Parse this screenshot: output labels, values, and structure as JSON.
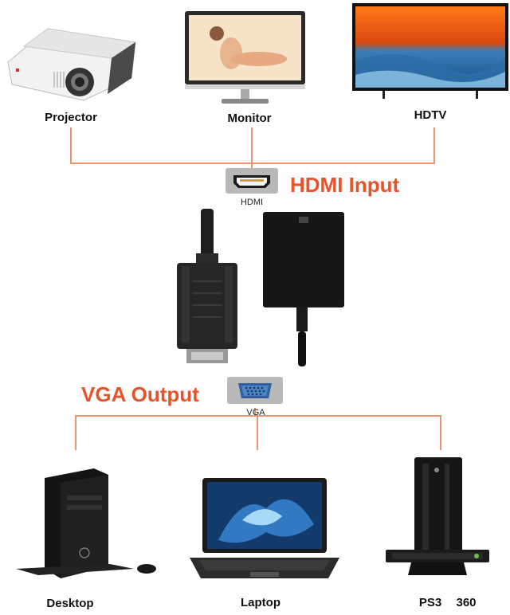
{
  "sources": [
    {
      "label": "Projector",
      "icon": "projector-icon"
    },
    {
      "label": "Monitor",
      "icon": "monitor-icon"
    },
    {
      "label": "HDTV",
      "icon": "tv-icon"
    }
  ],
  "hdmi": {
    "title": "HDMI Input",
    "port_label": "HDMI",
    "icon": "hdmi-port-icon"
  },
  "vga": {
    "title": "VGA Output",
    "port_label": "VGA",
    "icon": "vga-port-icon"
  },
  "adapter": {
    "icon": "vga-to-hdmi-adapter-icon"
  },
  "targets": [
    {
      "label": "Desktop",
      "icon": "desktop-tower-icon"
    },
    {
      "label": "Laptop",
      "icon": "laptop-icon"
    },
    {
      "label": "PS3",
      "icon": "console-icon"
    },
    {
      "label": "360",
      "icon": "console-icon"
    }
  ],
  "colors": {
    "accent": "#e8532a",
    "line": "#e8946e",
    "dark": "#111111"
  }
}
